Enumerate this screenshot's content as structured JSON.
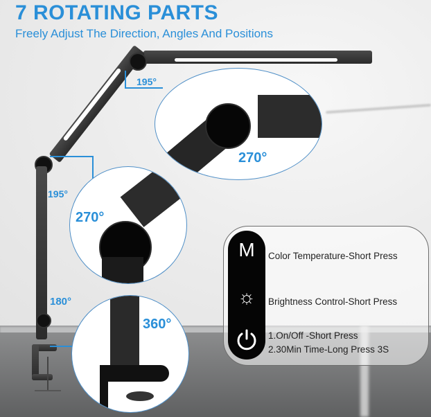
{
  "header": {
    "title": "7 ROTATING PARTS",
    "subtitle": "Freely Adjust The Direction, Angles And Positions"
  },
  "angles": {
    "top_joint": "195°",
    "head_rotation": "270°",
    "middle_joint": "195°",
    "middle_rotation": "270°",
    "base_joint": "180°",
    "base_rotation": "360°"
  },
  "control_panel": {
    "buttons": [
      {
        "icon": "mode-m-icon",
        "glyph": "M",
        "label": "Color Temperature-Short Press"
      },
      {
        "icon": "brightness-sun-icon",
        "glyph": "☼",
        "label": "Brightness Control-Short Press"
      },
      {
        "icon": "power-icon",
        "glyph": "⏻",
        "label_line1": "1.On/Off -Short Press",
        "label_line2": "2.30Min Time-Long Press 3S"
      }
    ]
  },
  "colors": {
    "accent": "#2a8fd8",
    "lamp": "#2b2b2b",
    "panel_pill": "#050505"
  }
}
